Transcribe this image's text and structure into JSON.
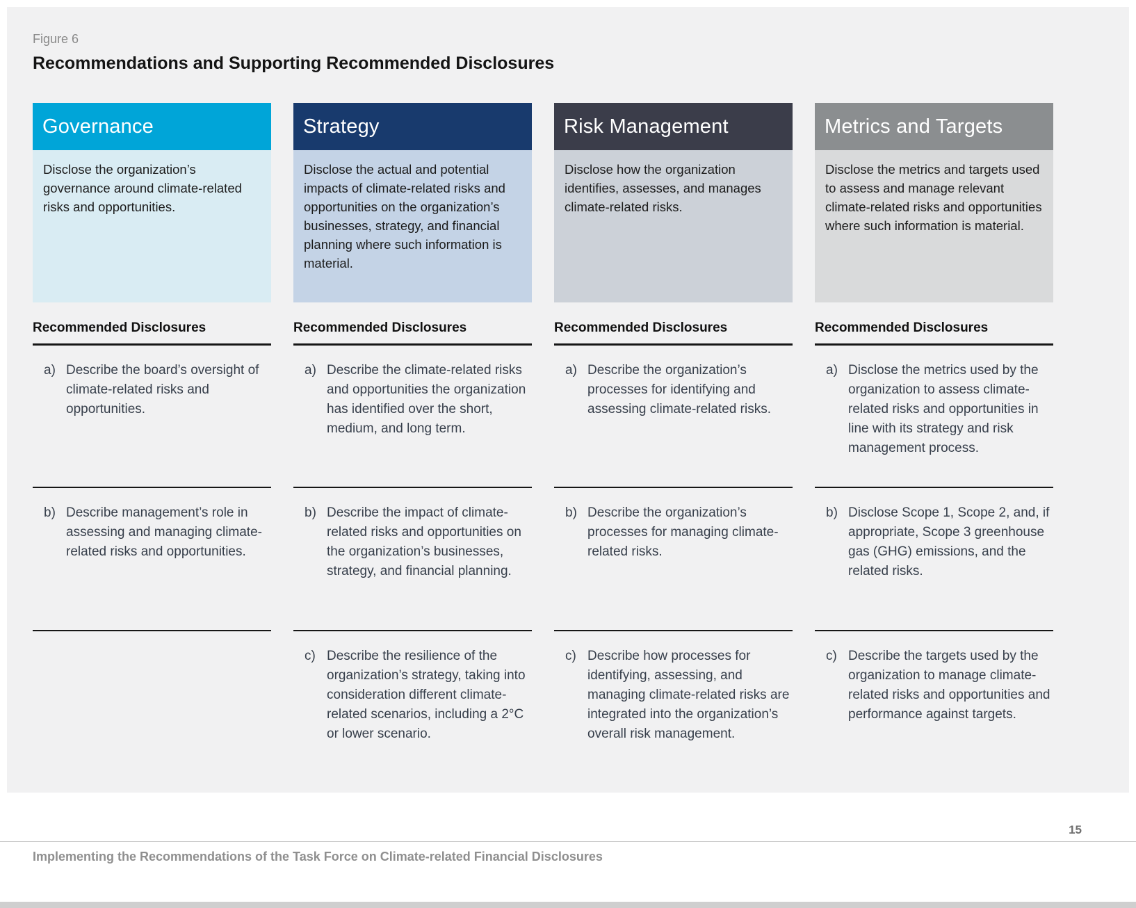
{
  "figure_label": "Figure 6",
  "title": "Recommendations and Supporting Recommended Disclosures",
  "footer": {
    "left": "Implementing the Recommendations of the Task Force on Climate-related Financial Disclosures",
    "page": "15"
  },
  "colors": {
    "panel_bg": "#f1f1f2",
    "separator": "#161616"
  },
  "columns": [
    {
      "header": "Governance",
      "header_color": "#00a5d8",
      "desc_bg": "#d9ecf3",
      "description": "Disclose the organization’s governance around climate-related risks and opportunities.",
      "section_heading": "Recommended Disclosures",
      "items": [
        {
          "letter": "a)",
          "text": "Describe the board’s oversight of climate-related risks and opportunities."
        },
        {
          "letter": "b)",
          "text": "Describe management’s role in assessing and managing climate-related risks and opportunities."
        }
      ]
    },
    {
      "header": "Strategy",
      "header_color": "#183a6d",
      "desc_bg": "#c4d3e6",
      "description": "Disclose the actual and potential impacts of climate-related risks and opportunities on the organization’s businesses, strategy, and financial planning where such information is material.",
      "section_heading": "Recommended Disclosures",
      "items": [
        {
          "letter": "a)",
          "text": "Describe the climate-related risks and opportunities the organization has identified over the short, medium, and long term."
        },
        {
          "letter": "b)",
          "text": "Describe the impact of climate-related risks and opportunities on the organization’s businesses, strategy, and financial planning."
        },
        {
          "letter": "c)",
          "text": "Describe the resilience of the organization’s strategy, taking into consideration different climate-related scenarios, including a 2°C or lower scenario."
        }
      ]
    },
    {
      "header": "Risk Management",
      "header_color": "#3b3d4a",
      "desc_bg": "#ccd1d8",
      "description": "Disclose how the organization identifies, assesses, and manages climate-related risks.",
      "section_heading": "Recommended Disclosures",
      "items": [
        {
          "letter": "a)",
          "text": "Describe the organization’s processes for identifying and assessing climate-related risks."
        },
        {
          "letter": "b)",
          "text": "Describe the organization’s processes for managing climate-related risks."
        },
        {
          "letter": "c)",
          "text": "Describe how processes for identifying, assessing, and managing climate-related risks are integrated into the organization’s overall risk management."
        }
      ]
    },
    {
      "header": "Metrics and Targets",
      "header_color": "#8b8e90",
      "desc_bg": "#d9dadb",
      "description": "Disclose the metrics and targets used to assess and manage relevant climate-related risks and opportunities where such information is material.",
      "section_heading": "Recommended Disclosures",
      "items": [
        {
          "letter": "a)",
          "text": "Disclose the metrics used by the organization to assess climate-related risks and opportunities in line with its strategy and risk management process."
        },
        {
          "letter": "b)",
          "text": "Disclose Scope 1, Scope 2, and, if appropriate, Scope 3 greenhouse gas (GHG) emissions, and the related risks."
        },
        {
          "letter": "c)",
          "text": "Describe the targets used by the organization to manage climate-related risks and opportunities and performance against targets."
        }
      ]
    }
  ]
}
